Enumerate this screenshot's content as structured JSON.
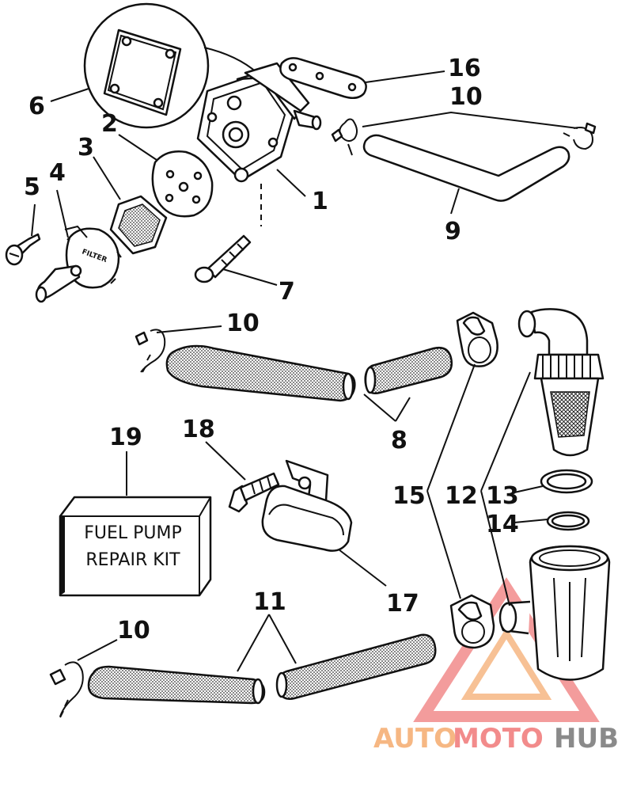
{
  "callouts": {
    "c1": "1",
    "c2": "2",
    "c3": "3",
    "c4": "4",
    "c5": "5",
    "c6": "6",
    "c7": "7",
    "c8": "8",
    "c9": "9",
    "c10a": "10",
    "c10b": "10",
    "c10c": "10",
    "c11": "11",
    "c12": "12",
    "c13": "13",
    "c14": "14",
    "c15": "15",
    "c16": "16",
    "c17": "17",
    "c18": "18",
    "c19": "19"
  },
  "kit_box": {
    "line1": "FUEL PUMP",
    "line2": "REPAIR KIT"
  },
  "filter_cap_text": "FILTER",
  "watermark": {
    "part1": "AUTO",
    "part2": "MOTO",
    "part3": "HUB"
  },
  "colors": {
    "ink": "#111111",
    "watermark_orange": "#f6b783",
    "watermark_red": "#f28b8b",
    "watermark_gray": "#8a8a8a"
  }
}
